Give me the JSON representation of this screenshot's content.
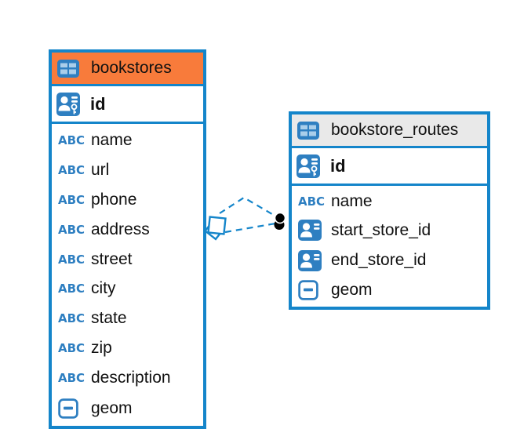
{
  "colors": {
    "accent_blue": "#1485CA",
    "icon_blue": "#2E7FC1",
    "icon_cell_light_blue": "#A9CEEA",
    "selected_header_orange": "#F87B3B",
    "header_gray": "#E9E9E9",
    "relation_dot_black": "#000000",
    "text": "#111111"
  },
  "icons": {
    "text_type_glyph": "ABC"
  },
  "tables": [
    {
      "name": "bookstores",
      "primary_key": {
        "label": "id",
        "icon": "person-key-icon"
      },
      "columns": [
        {
          "label": "name",
          "icon": "text-type-icon"
        },
        {
          "label": "url",
          "icon": "text-type-icon"
        },
        {
          "label": "phone",
          "icon": "text-type-icon"
        },
        {
          "label": "address",
          "icon": "text-type-icon"
        },
        {
          "label": "street",
          "icon": "text-type-icon"
        },
        {
          "label": "city",
          "icon": "text-type-icon"
        },
        {
          "label": "state",
          "icon": "text-type-icon"
        },
        {
          "label": "zip",
          "icon": "text-type-icon"
        },
        {
          "label": "description",
          "icon": "text-type-icon"
        },
        {
          "label": "geom",
          "icon": "geometry-type-icon"
        }
      ]
    },
    {
      "name": "bookstore_routes",
      "primary_key": {
        "label": "id",
        "icon": "person-key-icon"
      },
      "columns": [
        {
          "label": "name",
          "icon": "text-type-icon"
        },
        {
          "label": "start_store_id",
          "icon": "person-type-icon"
        },
        {
          "label": "end_store_id",
          "icon": "person-type-icon"
        },
        {
          "label": "geom",
          "icon": "geometry-type-icon"
        }
      ]
    }
  ],
  "relations": {
    "style": "dashed",
    "source_marker": "diamond",
    "target_marker": "black-dots",
    "line_count": 2
  }
}
